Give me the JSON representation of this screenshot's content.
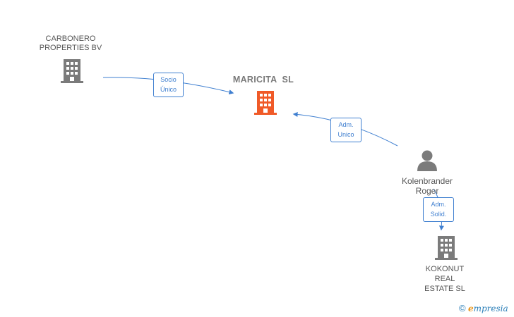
{
  "nodes": {
    "carbonero": {
      "line1": "CARBONERO",
      "line2": "PROPERTIES BV"
    },
    "maricita": {
      "name": "MARICITA  SL"
    },
    "kolenbrander": {
      "line1": "Kolenbrander",
      "line2": "Roger"
    },
    "kokonut": {
      "line1": "KOKONUT",
      "line2": "REAL",
      "line3": "ESTATE SL"
    }
  },
  "edges": {
    "socio": {
      "line1": "Socio",
      "line2": "Único"
    },
    "adm_unico": {
      "line1": "Adm.",
      "line2": "Unico"
    },
    "adm_solid": {
      "line1": "Adm.",
      "line2": "Solid."
    }
  },
  "watermark": {
    "copyright": "©",
    "brand_initial": "e",
    "brand_rest": "mpresia"
  },
  "colors": {
    "company_icon": "#7b7b7b",
    "main_company_icon": "#f05a28",
    "person_icon": "#7b7b7b",
    "edge": "#3f7fd0"
  },
  "icons": {
    "company": "building-icon",
    "person": "person-icon"
  }
}
